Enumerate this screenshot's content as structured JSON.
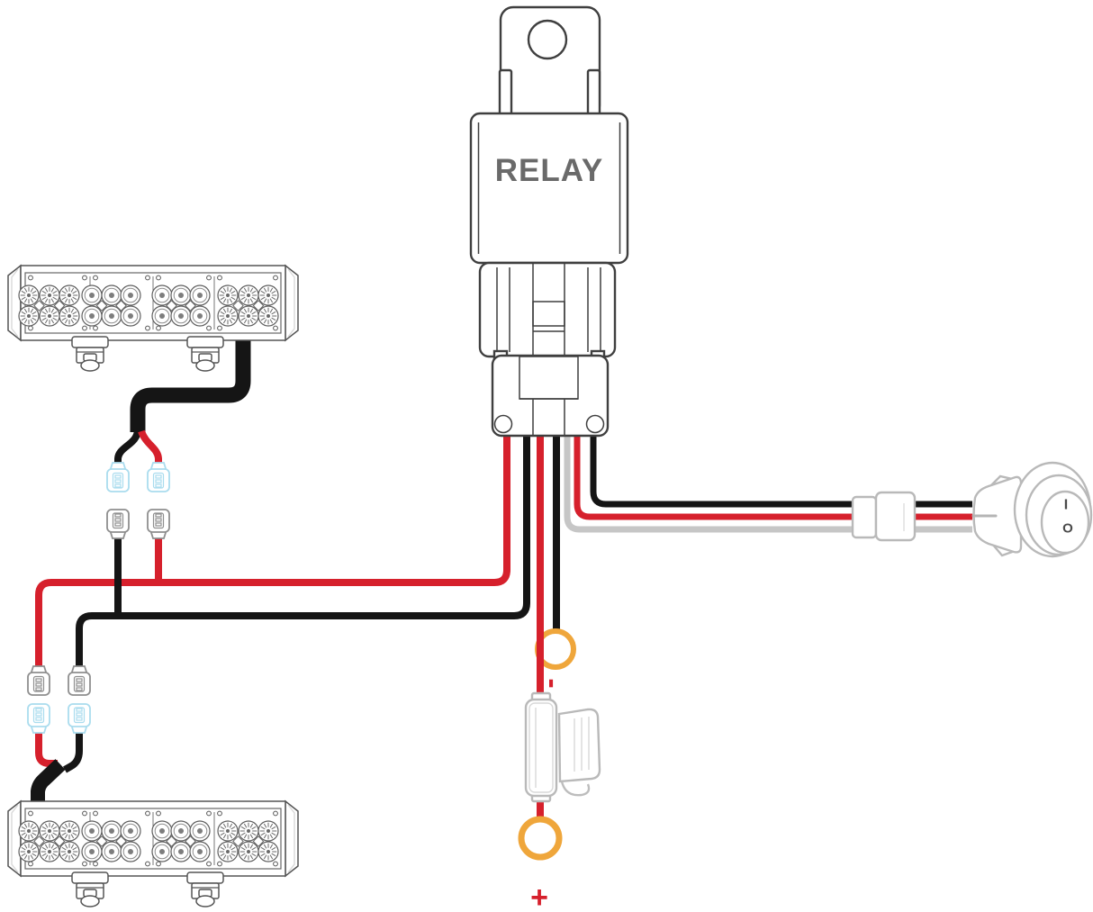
{
  "relay": {
    "label": "RELAY"
  },
  "battery": {
    "negative_label": "-",
    "positive_label": "+"
  },
  "rocker_switch": {
    "on_label": "I",
    "off_label": "O"
  },
  "led_bar": {
    "count": 2,
    "rows": 2,
    "columns_per_section": 3,
    "sections": [
      "flood",
      "spot",
      "spot",
      "flood"
    ]
  },
  "colors": {
    "background": "#ffffff",
    "wire_red": "#d6202c",
    "wire_black": "#151515",
    "wire_gray": "#c6c6c6",
    "ring_orange": "#efa63b",
    "connector_blue": "#aadcee",
    "connector_gray": "#8f8f8f",
    "outline_dark": "#3f3f3f",
    "outline_light": "#b9b9b9",
    "label_gray": "#6a6a6a"
  }
}
